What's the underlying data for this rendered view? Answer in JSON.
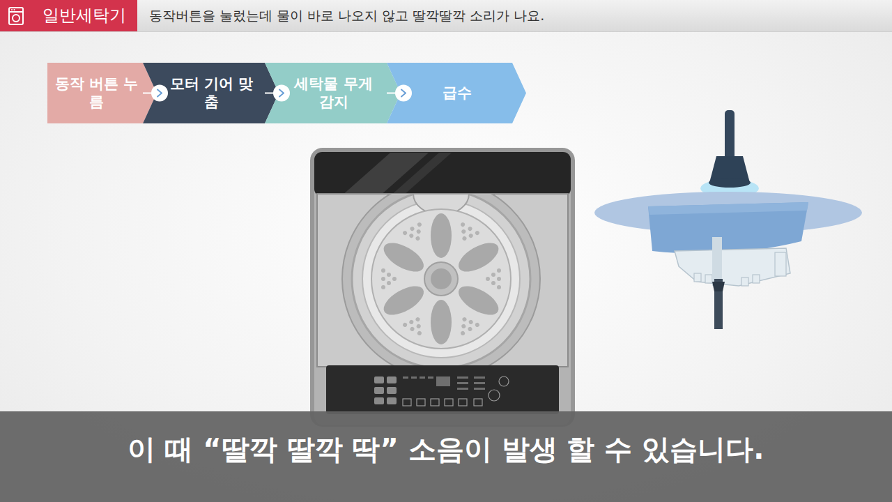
{
  "diagram": {
    "title": "동작버튼을 눌렀는데 물이 바로 나오지 않고 딸깍딸깍 소리가 나요.",
    "caption": "이 때 “딸깍 딸깍 딱” 소음이 발생 할 수 있습니다.",
    "nodes": [
      {
        "text": [
          "일반세탁기"
        ]
      },
      {
        "text": [
          "동작 버튼 누름"
        ]
      },
      {
        "text": [
          "모터 기어 맞춤"
        ]
      },
      {
        "text": [
          "세탁물 무게 감지"
        ]
      },
      {
        "text": [
          "급수"
        ]
      }
    ],
    "edges": [
      {
        "from": 1,
        "to": 2,
        "arrow": "to"
      },
      {
        "from": 2,
        "to": 3,
        "arrow": "to"
      },
      {
        "from": 3,
        "to": 4,
        "arrow": "to"
      }
    ]
  }
}
